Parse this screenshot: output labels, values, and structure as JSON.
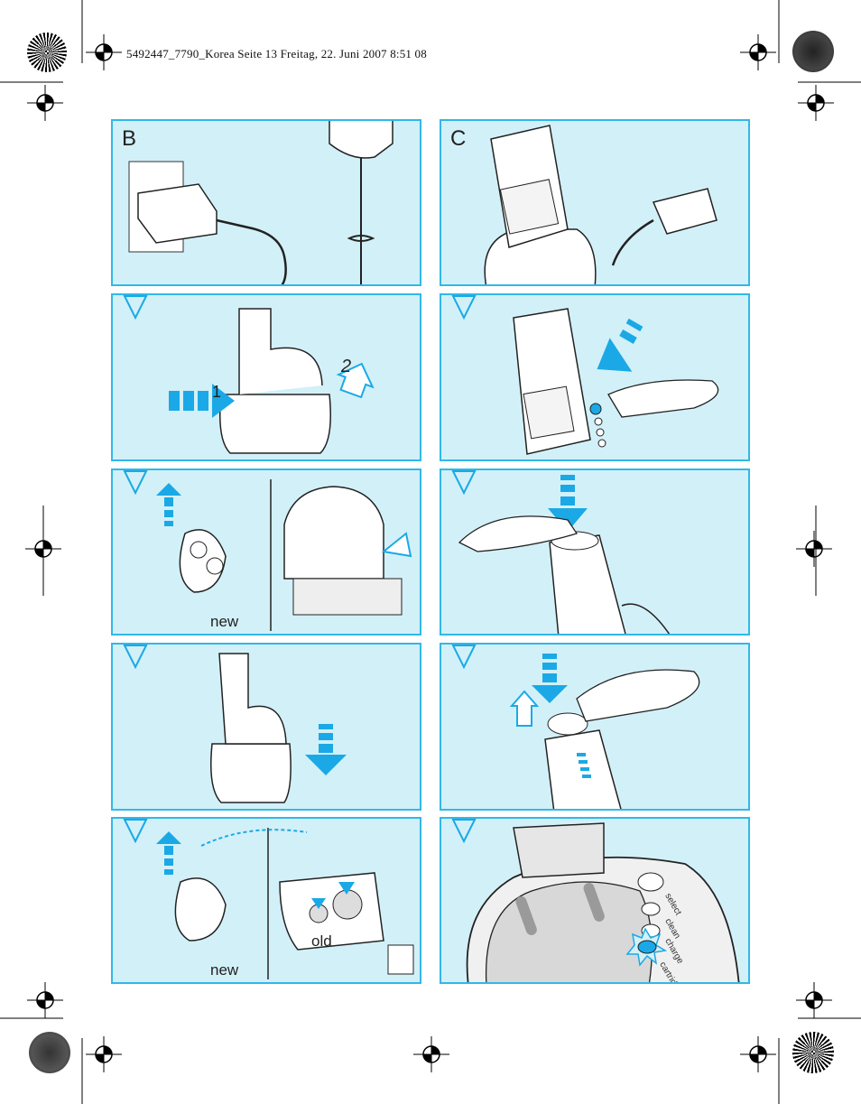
{
  "header": {
    "print_info": "5492447_7790_Korea  Seite 13  Freitag, 22. Juni 2007  8:51 08"
  },
  "sections": {
    "b": {
      "letter": "B"
    },
    "c": {
      "letter": "C"
    }
  },
  "captions": {
    "new_1": "new",
    "new_2": "new",
    "old": "old",
    "step_1": "1",
    "step_2": "2"
  },
  "station_buttons": [
    "select",
    "clean",
    "charge",
    "cartridge"
  ],
  "colors": {
    "panel_bg": "#d2f0f8",
    "panel_border": "#30b8e8",
    "arrow_blue": "#1aa9e6"
  }
}
